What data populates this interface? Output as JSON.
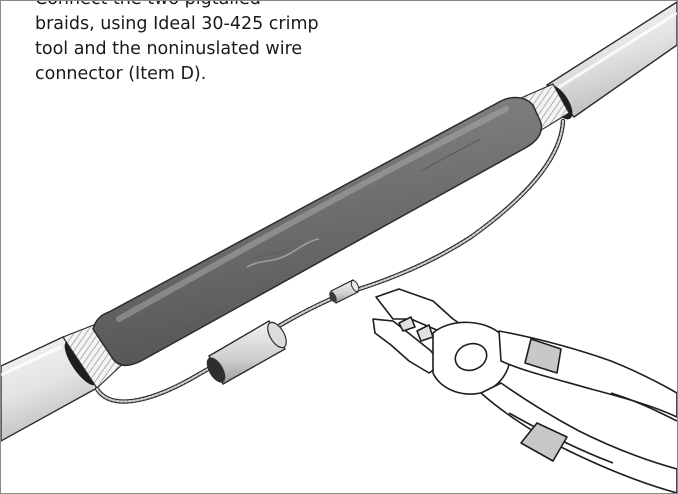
{
  "instruction": {
    "bullet": "•",
    "lines": [
      "Connect the two pigtailed",
      "braids, using Ideal 30-425 crimp",
      "tool and the noninuslated wire",
      "connector (Item D)."
    ]
  },
  "colors": {
    "jacket_fill": "#e8e8e8",
    "sleeve_fill": "#737373",
    "sleeve_highlight": "#9a9a9a",
    "braid": "#7a7a7a",
    "connector_fill": "#d6d6d6",
    "handle_band": "#c8c8c8",
    "outline": "#2b2b2b"
  }
}
